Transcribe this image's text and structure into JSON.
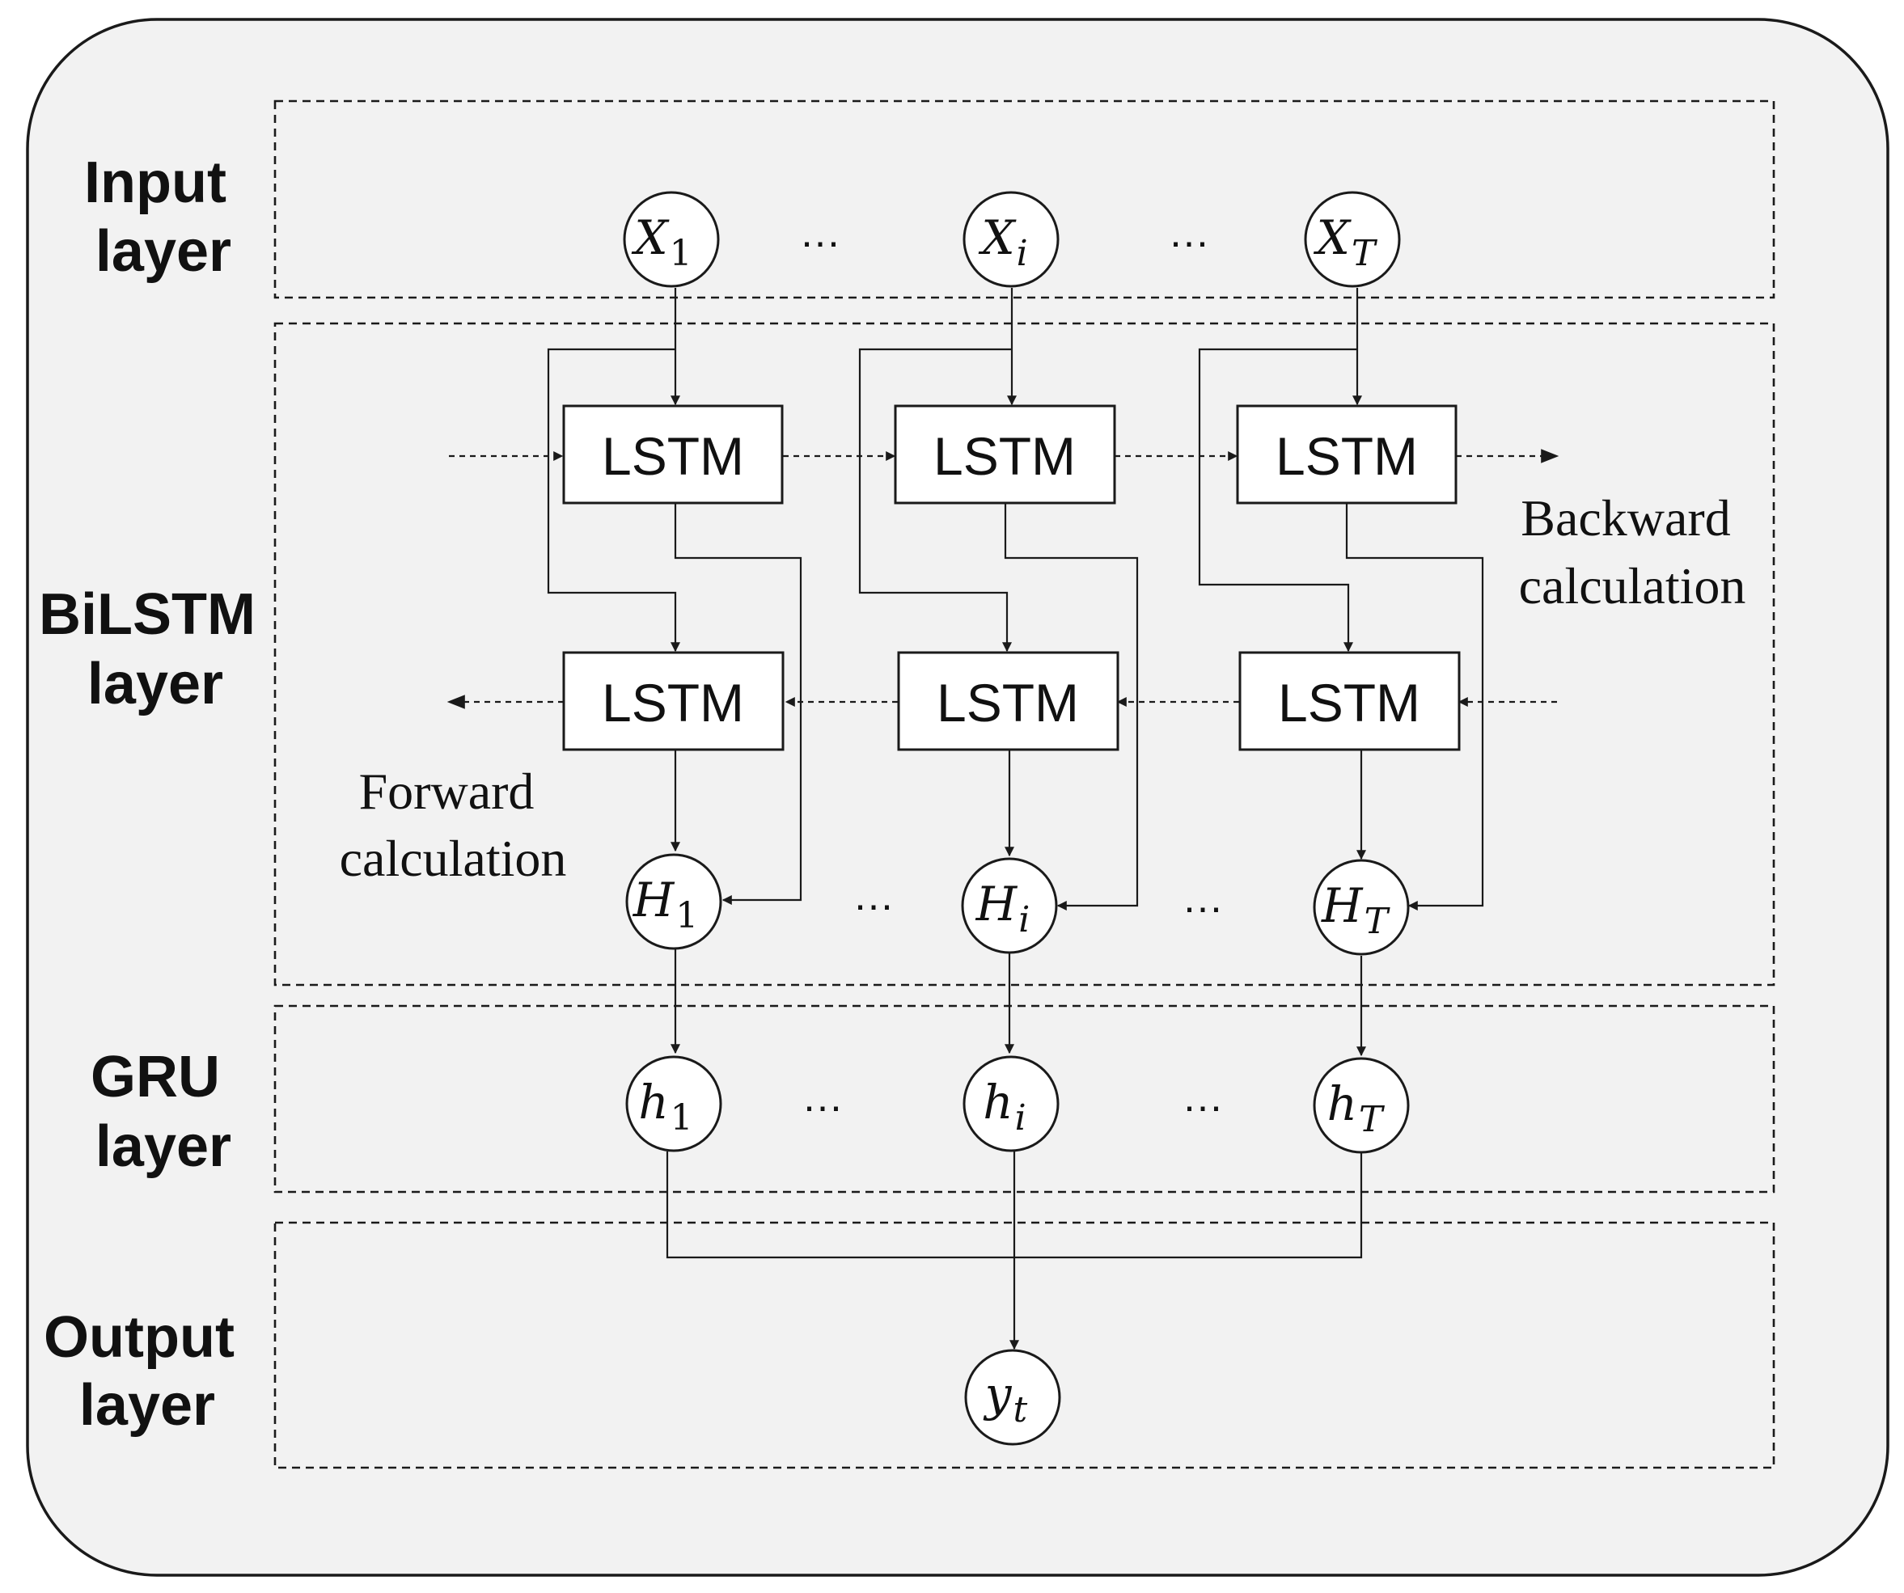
{
  "layers": {
    "input": [
      "Input",
      "layer"
    ],
    "bilstm": [
      "BiLSTM",
      "layer"
    ],
    "gru": [
      "GRU",
      "layer"
    ],
    "output": [
      "Output",
      "layer"
    ]
  },
  "lstm_label": "LSTM",
  "ellipsis": "…",
  "backward_label": [
    "Backward",
    "calculation"
  ],
  "forward_label": [
    "Forward",
    "calculation"
  ],
  "nodes": {
    "x1": {
      "main": "X",
      "sub": "1"
    },
    "xi": {
      "main": "X",
      "sub": "i"
    },
    "xT": {
      "main": "X",
      "sub": "T"
    },
    "H1": {
      "main": "H",
      "sub": "1"
    },
    "Hi": {
      "main": "H",
      "sub": "i"
    },
    "HT": {
      "main": "H",
      "sub": "T"
    },
    "h1": {
      "main": "h",
      "sub": "1"
    },
    "hi": {
      "main": "h",
      "sub": "i"
    },
    "hT": {
      "main": "h",
      "sub": "T"
    },
    "yt": {
      "main": "y",
      "sub": "t"
    }
  }
}
